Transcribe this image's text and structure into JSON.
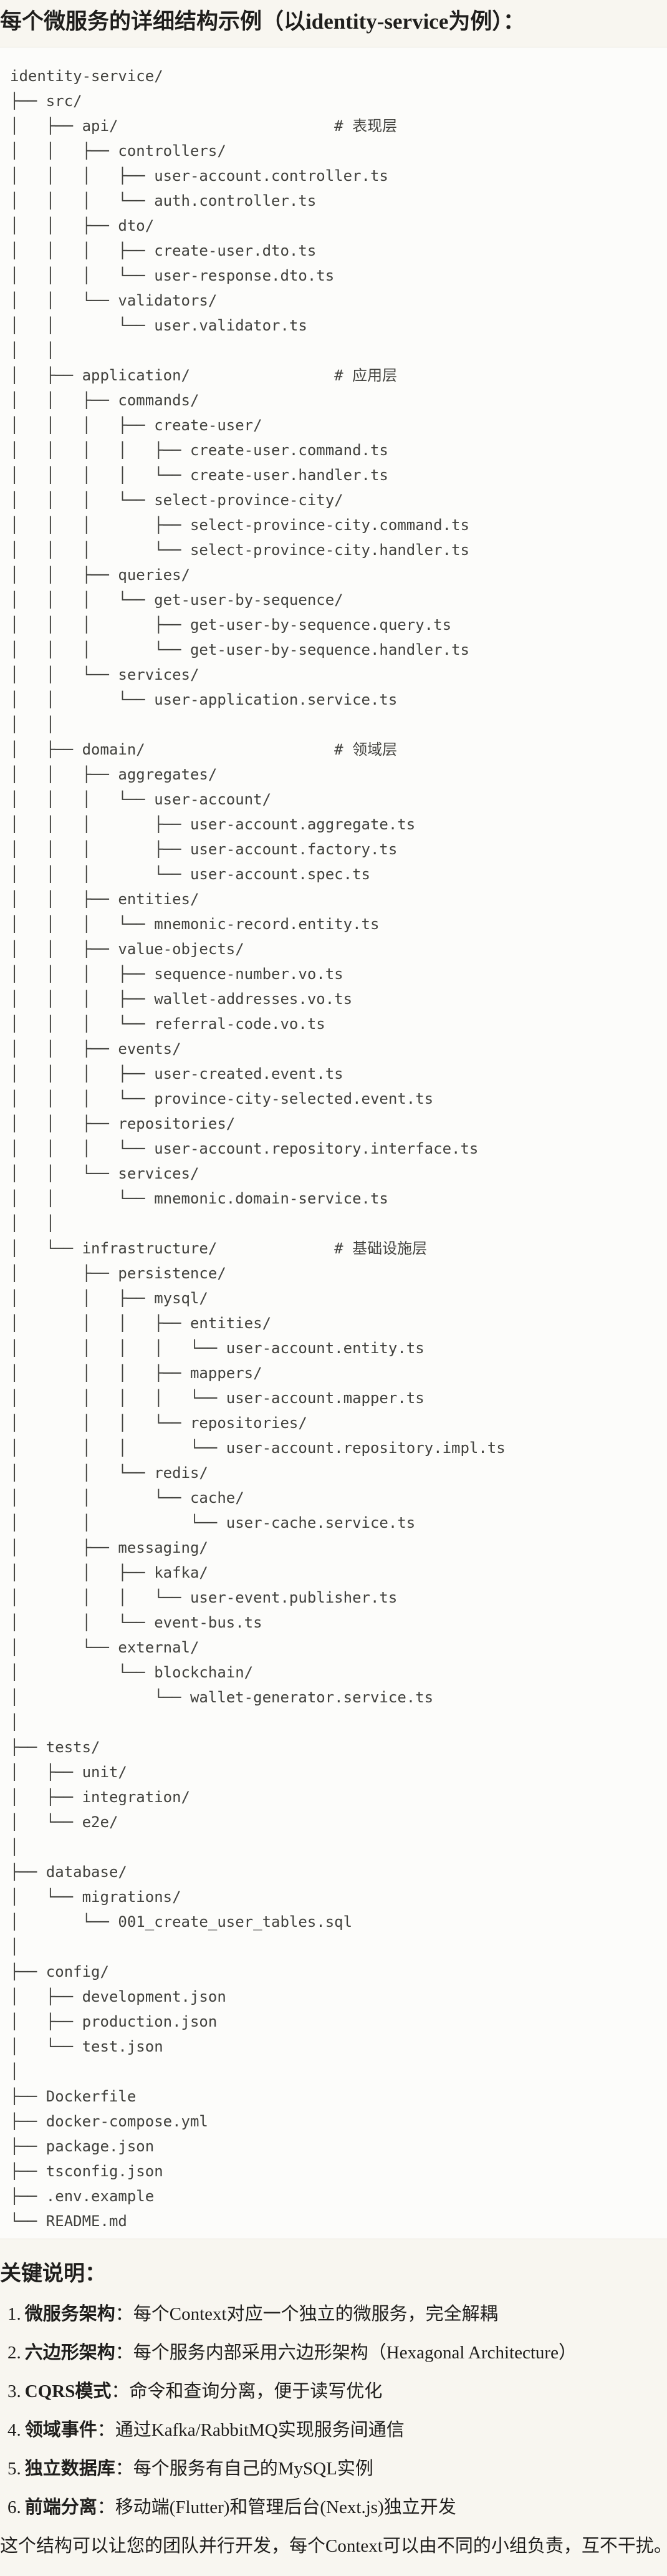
{
  "title": "每个微服务的详细结构示例（以identity-service为例）：",
  "colors": {
    "page_bg": "#f8f6f0",
    "code_bg": "#fcfcfa",
    "border": "#e6e3da",
    "text": "#1f1e1c",
    "mono_text": "#41413d"
  },
  "code_block": {
    "language": "plaintext",
    "lines": [
      "identity-service/",
      "├── src/",
      "│   ├── api/                        # 表现层",
      "│   │   ├── controllers/",
      "│   │   │   ├── user-account.controller.ts",
      "│   │   │   └── auth.controller.ts",
      "│   │   ├── dto/",
      "│   │   │   ├── create-user.dto.ts",
      "│   │   │   └── user-response.dto.ts",
      "│   │   └── validators/",
      "│   │       └── user.validator.ts",
      "│   │",
      "│   ├── application/                # 应用层",
      "│   │   ├── commands/",
      "│   │   │   ├── create-user/",
      "│   │   │   │   ├── create-user.command.ts",
      "│   │   │   │   └── create-user.handler.ts",
      "│   │   │   └── select-province-city/",
      "│   │   │       ├── select-province-city.command.ts",
      "│   │   │       └── select-province-city.handler.ts",
      "│   │   ├── queries/",
      "│   │   │   └── get-user-by-sequence/",
      "│   │   │       ├── get-user-by-sequence.query.ts",
      "│   │   │       └── get-user-by-sequence.handler.ts",
      "│   │   └── services/",
      "│   │       └── user-application.service.ts",
      "│   │",
      "│   ├── domain/                     # 领域层",
      "│   │   ├── aggregates/",
      "│   │   │   └── user-account/",
      "│   │   │       ├── user-account.aggregate.ts",
      "│   │   │       ├── user-account.factory.ts",
      "│   │   │       └── user-account.spec.ts",
      "│   │   ├── entities/",
      "│   │   │   └── mnemonic-record.entity.ts",
      "│   │   ├── value-objects/",
      "│   │   │   ├── sequence-number.vo.ts",
      "│   │   │   ├── wallet-addresses.vo.ts",
      "│   │   │   └── referral-code.vo.ts",
      "│   │   ├── events/",
      "│   │   │   ├── user-created.event.ts",
      "│   │   │   └── province-city-selected.event.ts",
      "│   │   ├── repositories/",
      "│   │   │   └── user-account.repository.interface.ts",
      "│   │   └── services/",
      "│   │       └── mnemonic.domain-service.ts",
      "│   │",
      "│   └── infrastructure/             # 基础设施层",
      "│       ├── persistence/",
      "│       │   ├── mysql/",
      "│       │   │   ├── entities/",
      "│       │   │   │   └── user-account.entity.ts",
      "│       │   │   ├── mappers/",
      "│       │   │   │   └── user-account.mapper.ts",
      "│       │   │   └── repositories/",
      "│       │   │       └── user-account.repository.impl.ts",
      "│       │   └── redis/",
      "│       │       └── cache/",
      "│       │           └── user-cache.service.ts",
      "│       ├── messaging/",
      "│       │   ├── kafka/",
      "│       │   │   └── user-event.publisher.ts",
      "│       │   └── event-bus.ts",
      "│       └── external/",
      "│           └── blockchain/",
      "│               └── wallet-generator.service.ts",
      "│",
      "├── tests/",
      "│   ├── unit/",
      "│   ├── integration/",
      "│   └── e2e/",
      "│",
      "├── database/",
      "│   └── migrations/",
      "│       └── 001_create_user_tables.sql",
      "│",
      "├── config/",
      "│   ├── development.json",
      "│   ├── production.json",
      "│   └── test.json",
      "│",
      "├── Dockerfile",
      "├── docker-compose.yml",
      "├── package.json",
      "├── tsconfig.json",
      "├── .env.example",
      "└── README.md"
    ]
  },
  "notes": {
    "heading": "关键说明：",
    "items": [
      {
        "num": "1.",
        "label": "微服务架构",
        "text": "：每个Context对应一个独立的微服务，完全解耦"
      },
      {
        "num": "2.",
        "label": "六边形架构",
        "text": "：每个服务内部采用六边形架构（Hexagonal Architecture）"
      },
      {
        "num": "3.",
        "label": "CQRS模式",
        "text": "：命令和查询分离，便于读写优化"
      },
      {
        "num": "4.",
        "label": "领域事件",
        "text": "：通过Kafka/RabbitMQ实现服务间通信"
      },
      {
        "num": "5.",
        "label": "独立数据库",
        "text": "：每个服务有自己的MySQL实例"
      },
      {
        "num": "6.",
        "label": "前端分离",
        "text": "：移动端(Flutter)和管理后台(Next.js)独立开发"
      }
    ],
    "footer": "这个结构可以让您的团队并行开发，每个Context可以由不同的小组负责，互不干扰。"
  }
}
